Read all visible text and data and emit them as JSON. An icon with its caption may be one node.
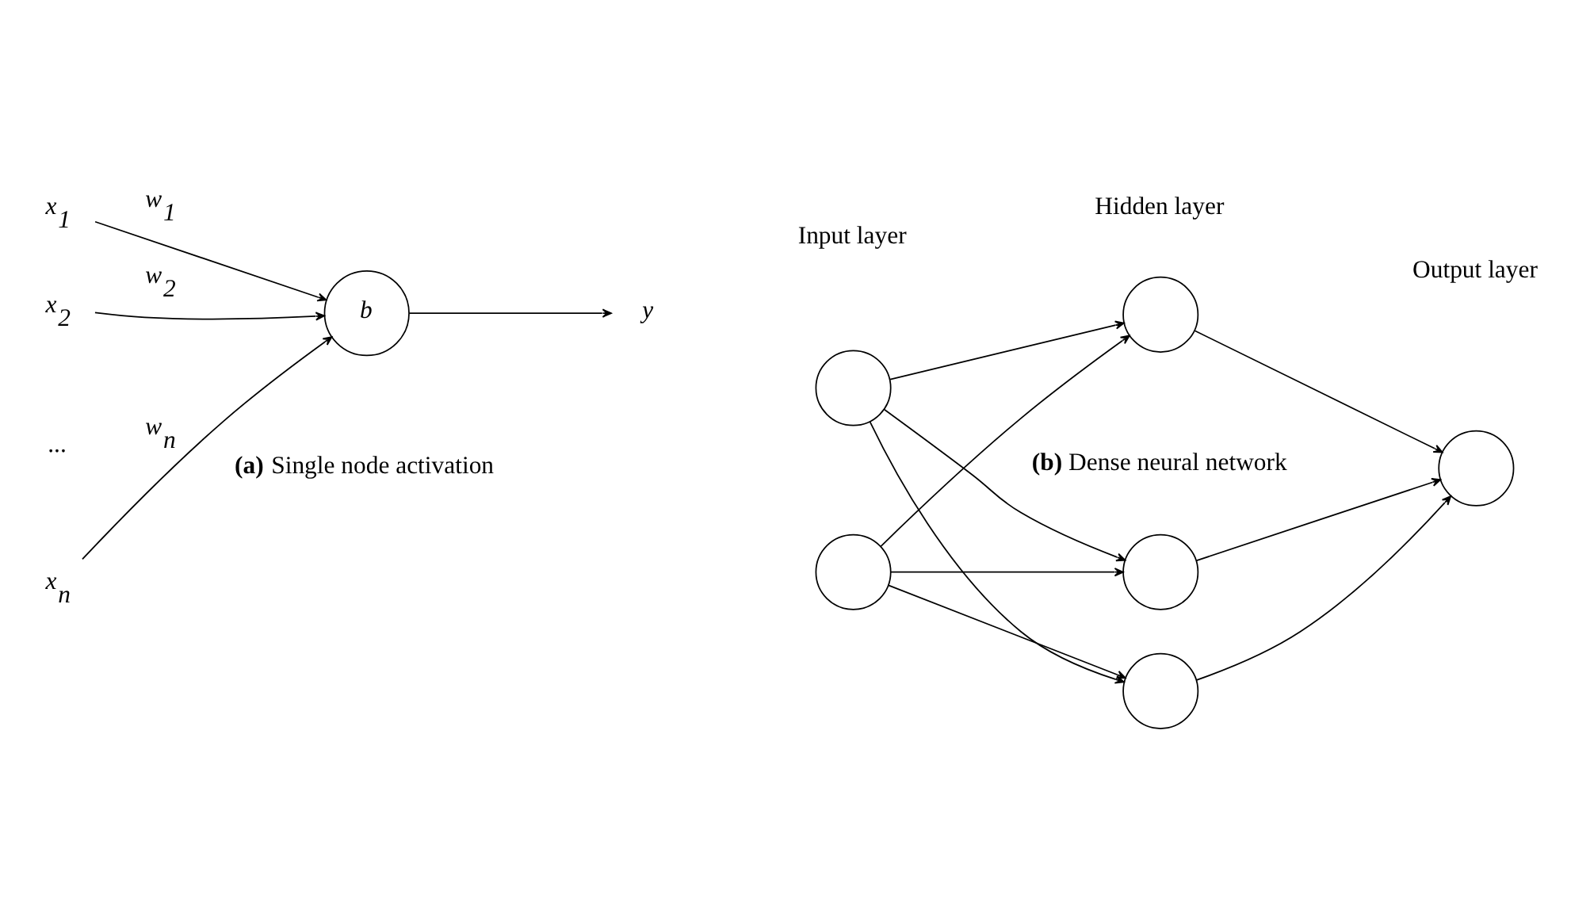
{
  "diagram": {
    "nodes": [
      {
        "text": [
          "x$_{1}$"
        ]
      },
      {
        "text": [
          "x$_{2}$"
        ]
      },
      {
        "text": [
          "x$_{n}$"
        ]
      },
      {
        "text": [
          "b"
        ]
      },
      {
        "text": [
          "y"
        ]
      },
      {
        "text": [],
        "shape": "circle"
      },
      {
        "text": [],
        "shape": "circle"
      },
      {
        "text": [],
        "shape": "circle"
      },
      {
        "text": [],
        "shape": "circle"
      },
      {
        "text": [],
        "shape": "circle"
      },
      {
        "text": [],
        "shape": "circle"
      }
    ],
    "edges": [
      {
        "from": 0,
        "to": 3,
        "arrow": "to",
        "label": "w$_{1}$"
      },
      {
        "from": 1,
        "to": 3,
        "arrow": "to",
        "label": "w$_{2}$"
      },
      {
        "from": 2,
        "to": 3,
        "arrow": "to",
        "label": "w$_{n}$"
      },
      {
        "from": 3,
        "to": 4,
        "arrow": "to"
      },
      {
        "from": 5,
        "to": 7,
        "arrow": "to"
      },
      {
        "from": 5,
        "to": 8,
        "arrow": "to"
      },
      {
        "from": 5,
        "to": 9,
        "arrow": "to"
      },
      {
        "from": 6,
        "to": 7,
        "arrow": "to"
      },
      {
        "from": 6,
        "to": 8,
        "arrow": "to"
      },
      {
        "from": 6,
        "to": 9,
        "arrow": "to"
      },
      {
        "from": 7,
        "to": 10,
        "arrow": "to"
      },
      {
        "from": 8,
        "to": 10,
        "arrow": "to"
      },
      {
        "from": 9,
        "to": 10,
        "arrow": "to"
      }
    ],
    "labels": [
      "Input layer",
      "Hidden layer",
      "Output layer",
      "...",
      "**(a)** Single node activation",
      "**(b)** Dense neural network"
    ]
  }
}
